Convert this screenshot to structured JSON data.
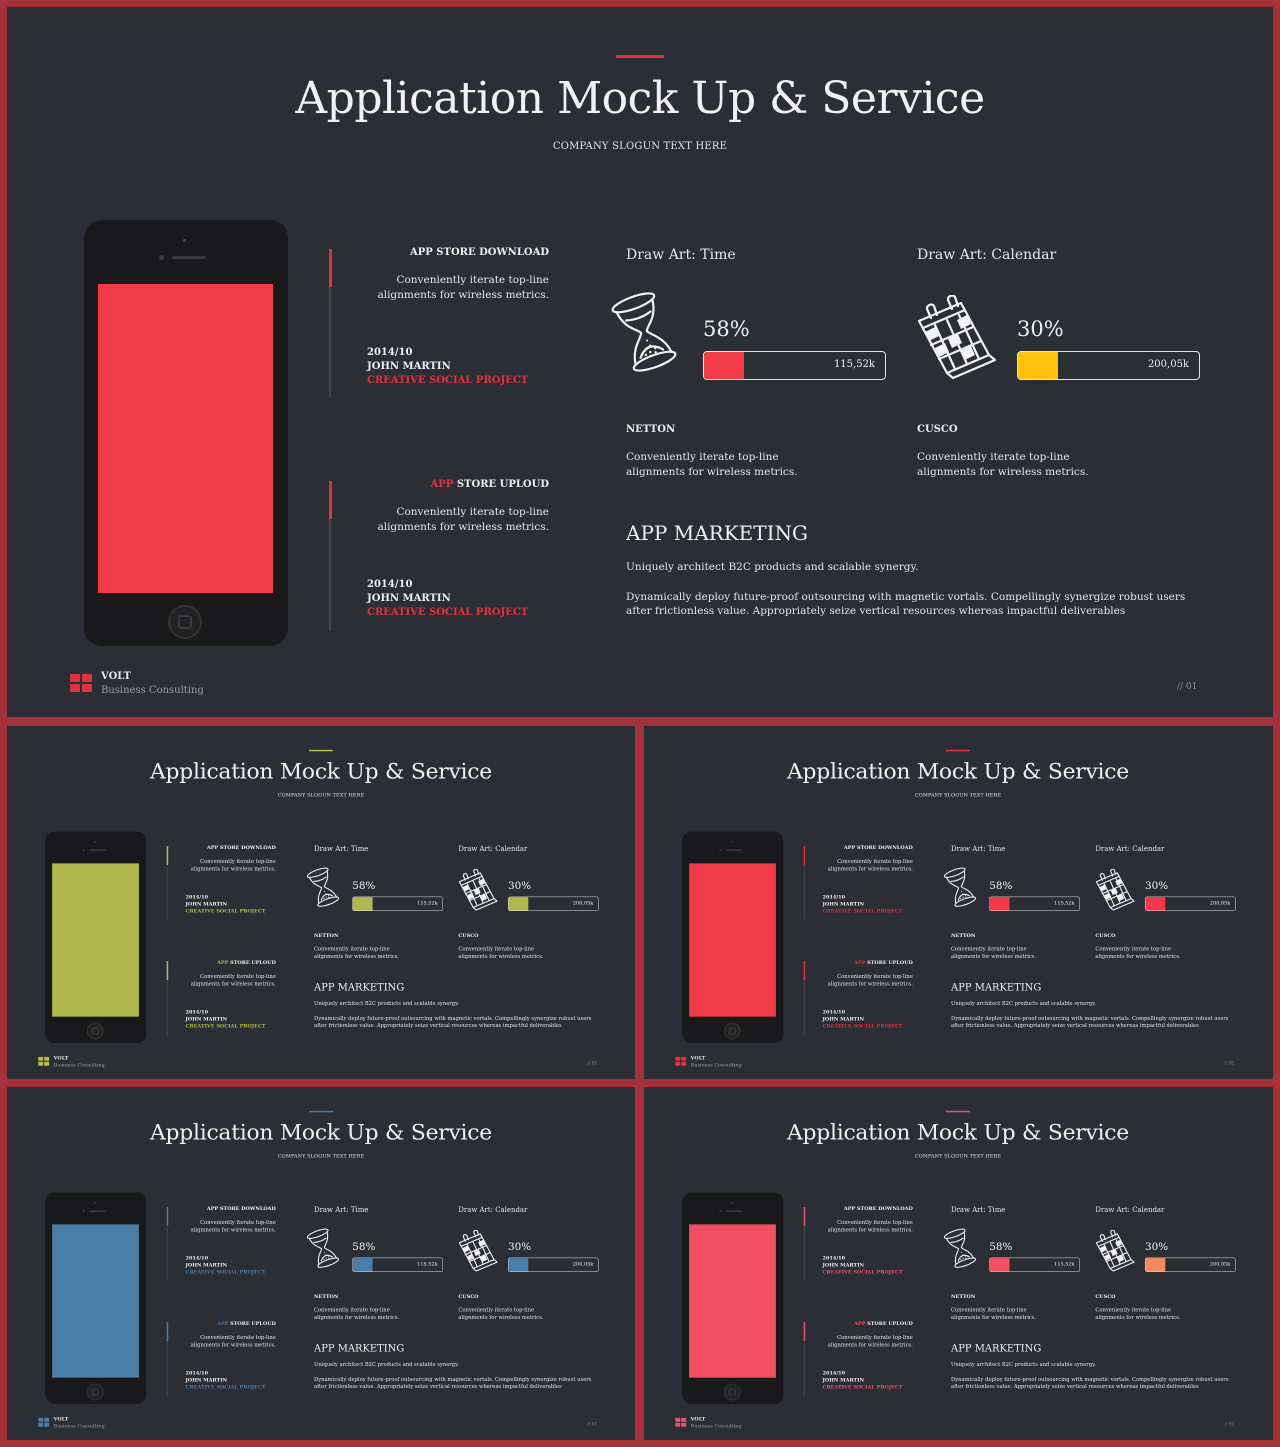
{
  "common": {
    "title": "Application Mock Up & Service",
    "slogan": "COMPANY SLOGUN TEXT HERE",
    "items": [
      {
        "title_prefix": "",
        "title_rest": "APP STORE DOWNLOAD",
        "desc_line1": "Conveniently iterate top-line",
        "desc_line2": "alignments for wireless metrics.",
        "date": "2014/10",
        "name": "JOHN MARTIN",
        "project": "CREATIVE SOCIAL PROJECT"
      },
      {
        "title_prefix": "APP",
        "title_rest": " STORE UPLOUD",
        "desc_line1": "Conveniently iterate top-line",
        "desc_line2": "alignments for wireless metrics.",
        "date": "2014/10",
        "name": "JOHN MARTIN",
        "project": "CREATIVE SOCIAL PROJECT"
      }
    ],
    "stats": [
      {
        "title": "Draw Art: Time",
        "icon": "hourglass-icon",
        "percent_label": "58%",
        "percent": 0.22,
        "bar_label": "115,52k"
      },
      {
        "title": "Draw Art: Calendar",
        "icon": "calendar-icon",
        "percent_label": "30%",
        "percent": 0.22,
        "bar_label": "200,05k"
      }
    ],
    "columns": [
      {
        "heading": "NETTON",
        "desc_line1": "Conveniently iterate top-line",
        "desc_line2": "alignments for wireless metrics."
      },
      {
        "heading": "CUSCO",
        "desc_line1": "Conveniently iterate top-line",
        "desc_line2": "alignments for wireless metrics."
      }
    ],
    "marketing": {
      "title": "APP MARKETING",
      "p1": "Uniquely architect B2C products and scalable synergy.",
      "p2": "Dynamically deploy future-proof outsourcing with magnetic vortals. Compellingly synergize robust users after frictionless value. Appropriately seize vertical resources whereas impactful deliverables"
    },
    "brand": {
      "name": "VOLT",
      "sub": "Business  Consulting"
    },
    "page_number": "// 01"
  },
  "slides": [
    {
      "accent": "#e0333f",
      "screen": "#f03a47",
      "bar1": "#f03a47",
      "bar2": "#fdc10e",
      "logo": "#e0333f"
    },
    {
      "accent": "#b5bb4e",
      "screen": "#aeb84f",
      "bar1": "#aeb84f",
      "bar2": "#aeb84f",
      "logo": "#b5bb4e"
    },
    {
      "accent": "#e0333f",
      "screen": "#f03a47",
      "bar1": "#f03a47",
      "bar2": "#f03a47",
      "logo": "#e0333f"
    },
    {
      "accent": "#4a7ea9",
      "screen": "#4a7ea9",
      "bar1": "#4a7ea9",
      "bar2": "#4a7ea9",
      "logo": "#4a7ea9"
    },
    {
      "accent": "#f2506a",
      "screen": "#f24f63",
      "bar1": "#f24f63",
      "bar2": "#f48a5e",
      "logo": "#f2506a"
    }
  ]
}
